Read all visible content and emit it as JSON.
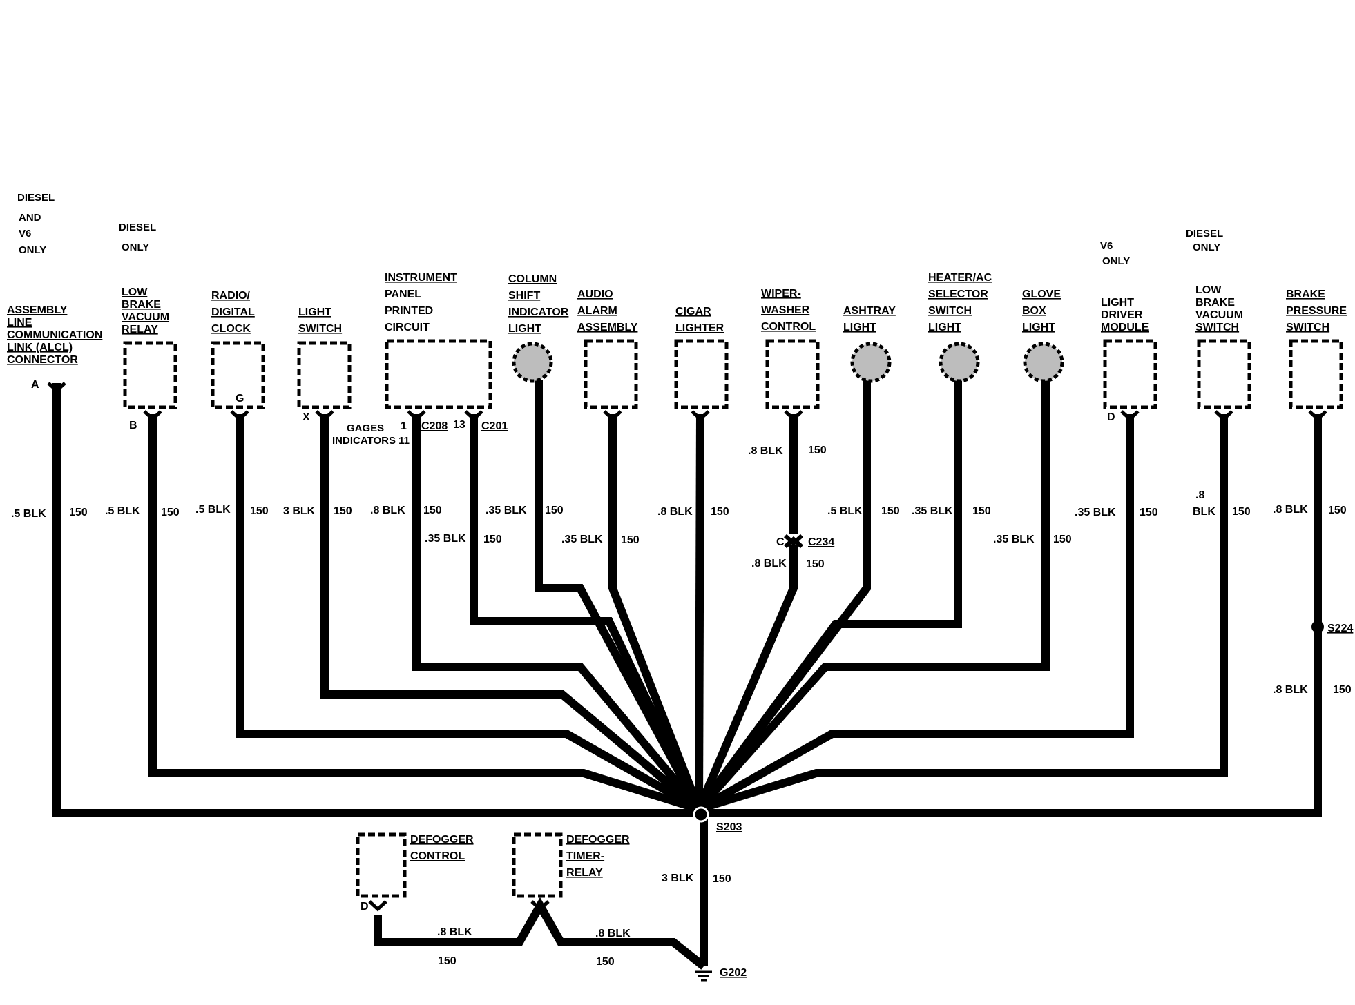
{
  "notes": {
    "diesel_v6": [
      "DIESEL",
      "AND",
      "V6",
      "ONLY"
    ],
    "diesel_only_left": [
      "DIESEL",
      "ONLY"
    ],
    "v6_only": [
      "V6",
      "ONLY"
    ],
    "diesel_only_right": [
      "DIESEL",
      "ONLY"
    ]
  },
  "components": [
    {
      "id": "alcl",
      "label": [
        "ASSEMBLY",
        "LINE",
        "COMMUNICATION",
        "LINK (ALCL)",
        "CONNECTOR"
      ],
      "pin": "A",
      "wire": [
        ".5 BLK",
        "150"
      ]
    },
    {
      "id": "low-brake-vacuum-relay",
      "label": [
        "LOW",
        "BRAKE",
        "VACUUM",
        "RELAY"
      ],
      "pin": "B",
      "wire": [
        ".5 BLK",
        "150"
      ]
    },
    {
      "id": "radio-digital-clock",
      "label": [
        "RADIO/",
        "DIGITAL",
        "CLOCK"
      ],
      "pin": "G",
      "wire": [
        ".5 BLK",
        "150"
      ]
    },
    {
      "id": "light-switch",
      "label": [
        "LIGHT",
        "SWITCH"
      ],
      "pin": "X",
      "wire": [
        "3 BLK",
        "150"
      ]
    },
    {
      "id": "instrument-panel",
      "label": [
        "INSTRUMENT",
        "PANEL",
        "PRINTED",
        "CIRCUIT"
      ],
      "gages": [
        "GAGES",
        "INDICATORS 11"
      ],
      "pins": [
        "1",
        "C208",
        "13",
        "C201"
      ],
      "wire_a": [
        ".8 BLK",
        "150"
      ],
      "wire_b": [
        ".35 BLK",
        "150"
      ]
    },
    {
      "id": "column-shift-indicator-light",
      "label": [
        "COLUMN",
        "SHIFT",
        "INDICATOR",
        "LIGHT"
      ],
      "wire": [
        ".35 BLK",
        "150"
      ]
    },
    {
      "id": "audio-alarm-assembly",
      "label": [
        "AUDIO",
        "ALARM",
        "ASSEMBLY"
      ],
      "wire": [
        ".35 BLK",
        "150"
      ]
    },
    {
      "id": "cigar-lighter",
      "label": [
        "CIGAR",
        "LIGHTER"
      ],
      "wire": [
        ".8 BLK",
        "150"
      ]
    },
    {
      "id": "wiper-washer-control",
      "label": [
        "WIPER-",
        "WASHER",
        "CONTROL"
      ],
      "wire_top": [
        ".8 BLK",
        "150"
      ],
      "connector": [
        "C",
        "C234"
      ],
      "wire_bottom": [
        ".8 BLK",
        "150"
      ]
    },
    {
      "id": "ashtray-light",
      "label": [
        "ASHTRAY",
        "LIGHT"
      ],
      "wire": [
        ".5 BLK",
        "150"
      ]
    },
    {
      "id": "heater-ac-selector-switch-light",
      "label": [
        "HEATER/AC",
        "SELECTOR",
        "SWITCH",
        "LIGHT"
      ],
      "wire": [
        ".35 BLK",
        "150"
      ]
    },
    {
      "id": "glove-box-light",
      "label": [
        "GLOVE",
        "BOX",
        "LIGHT"
      ],
      "wire": [
        ".35 BLK",
        "150"
      ]
    },
    {
      "id": "light-driver-module",
      "label": [
        "LIGHT",
        "DRIVER",
        "MODULE"
      ],
      "pin": "D",
      "wire": [
        ".35 BLK",
        "150"
      ]
    },
    {
      "id": "low-brake-vacuum-switch",
      "label": [
        "LOW",
        "BRAKE",
        "VACUUM",
        "SWITCH"
      ],
      "wire": [
        ".8",
        "BLK",
        "150"
      ]
    },
    {
      "id": "brake-pressure-switch",
      "label": [
        "BRAKE",
        "PRESSURE",
        "SWITCH"
      ],
      "wire_top": [
        ".8 BLK",
        "150"
      ],
      "splice": "S224",
      "wire_bottom": [
        ".8 BLK",
        "150"
      ]
    }
  ],
  "splice_main": "S203",
  "ground_wire": [
    "3 BLK",
    "150"
  ],
  "defogger_control": {
    "label": [
      "DEFOGGER",
      "CONTROL"
    ],
    "pin": "D",
    "wire": [
      ".8 BLK",
      "150"
    ]
  },
  "defogger_timer_relay": {
    "label": [
      "DEFOGGER",
      "TIMER-",
      "RELAY"
    ],
    "wire": [
      ".8 BLK",
      "150"
    ]
  },
  "ground": "G202"
}
